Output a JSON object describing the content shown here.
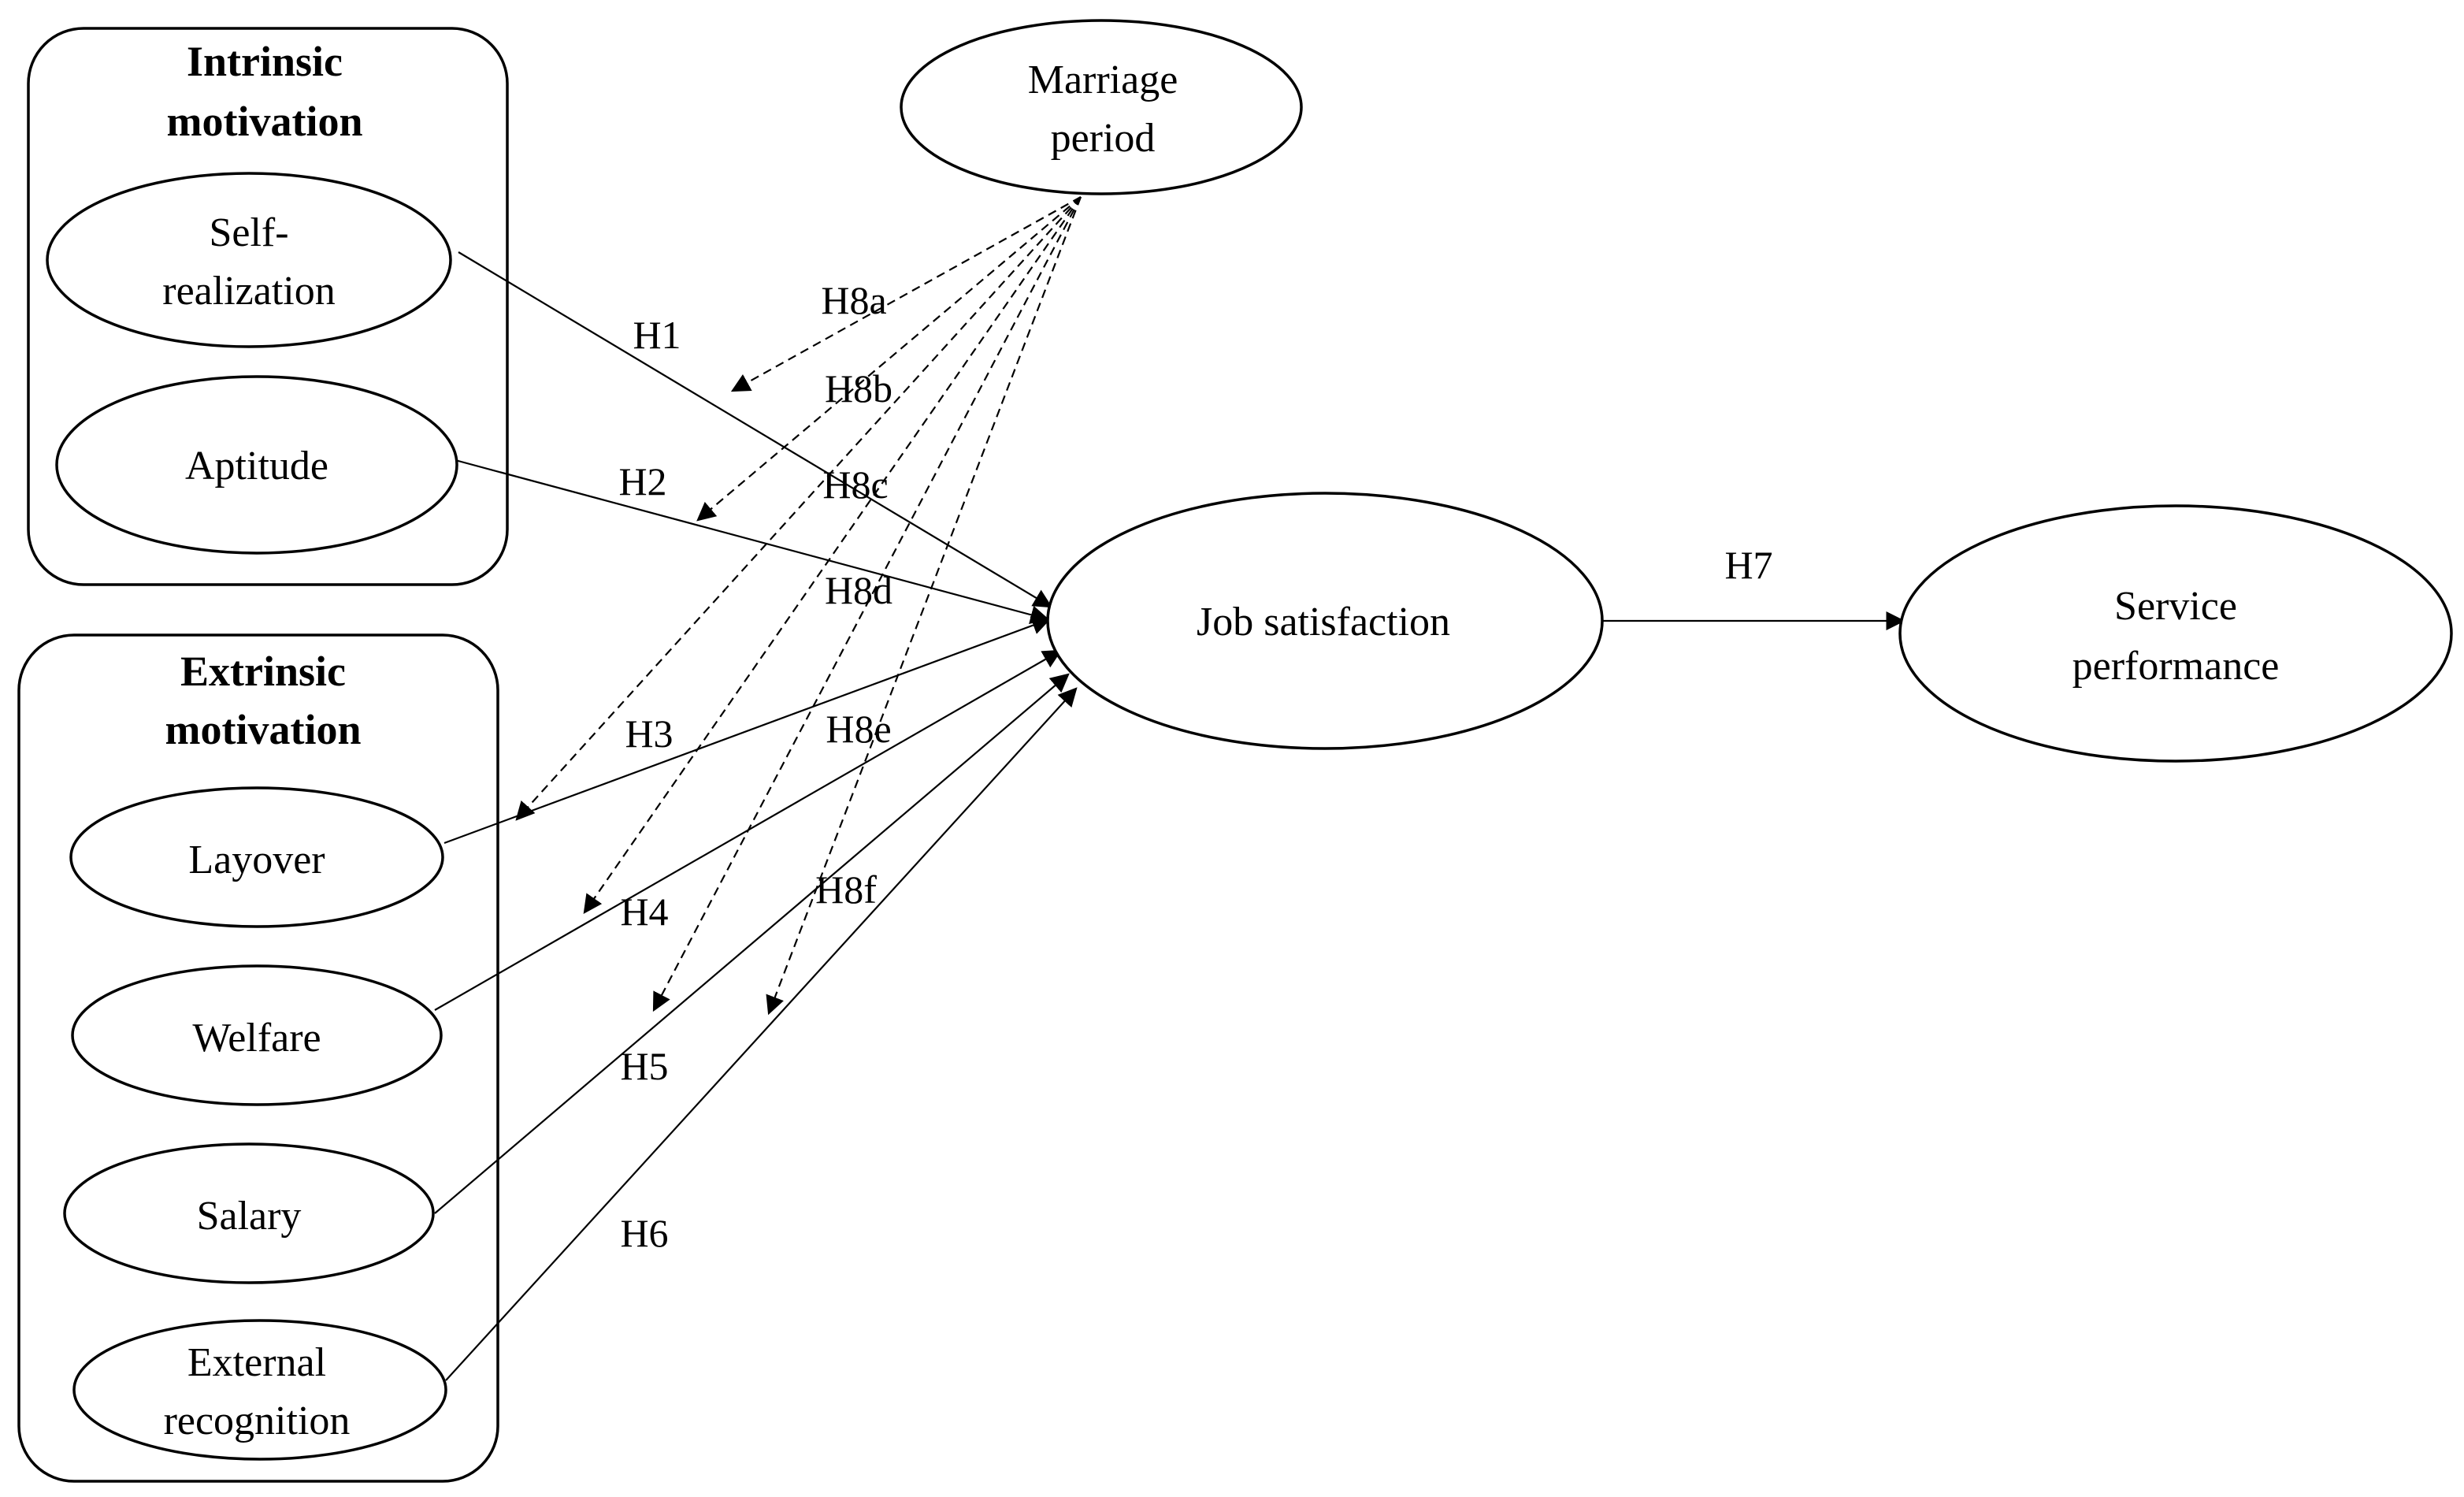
{
  "groups": {
    "intrinsic": {
      "title_line1": "Intrinsic",
      "title_line2": "motivation"
    },
    "extrinsic": {
      "title_line1": "Extrinsic",
      "title_line2": "motivation"
    }
  },
  "constructs": {
    "self_realization": {
      "line1": "Self-",
      "line2": "realization"
    },
    "aptitude": {
      "label": "Aptitude"
    },
    "layover": {
      "label": "Layover"
    },
    "welfare": {
      "label": "Welfare"
    },
    "salary": {
      "label": "Salary"
    },
    "external_recognition": {
      "line1": "External",
      "line2": "recognition"
    },
    "marriage_period": {
      "line1": "Marriage",
      "line2": "period"
    },
    "job_satisfaction": {
      "label": "Job satisfaction"
    },
    "service_performance": {
      "line1": "Service",
      "line2": "performance"
    }
  },
  "hypotheses": {
    "h1": "H1",
    "h2": "H2",
    "h3": "H3",
    "h4": "H4",
    "h5": "H5",
    "h6": "H6",
    "h7": "H7",
    "h8a": "H8a",
    "h8b": "H8b",
    "h8c": "H8c",
    "h8d": "H8d",
    "h8e": "H8e",
    "h8f": "H8f"
  }
}
